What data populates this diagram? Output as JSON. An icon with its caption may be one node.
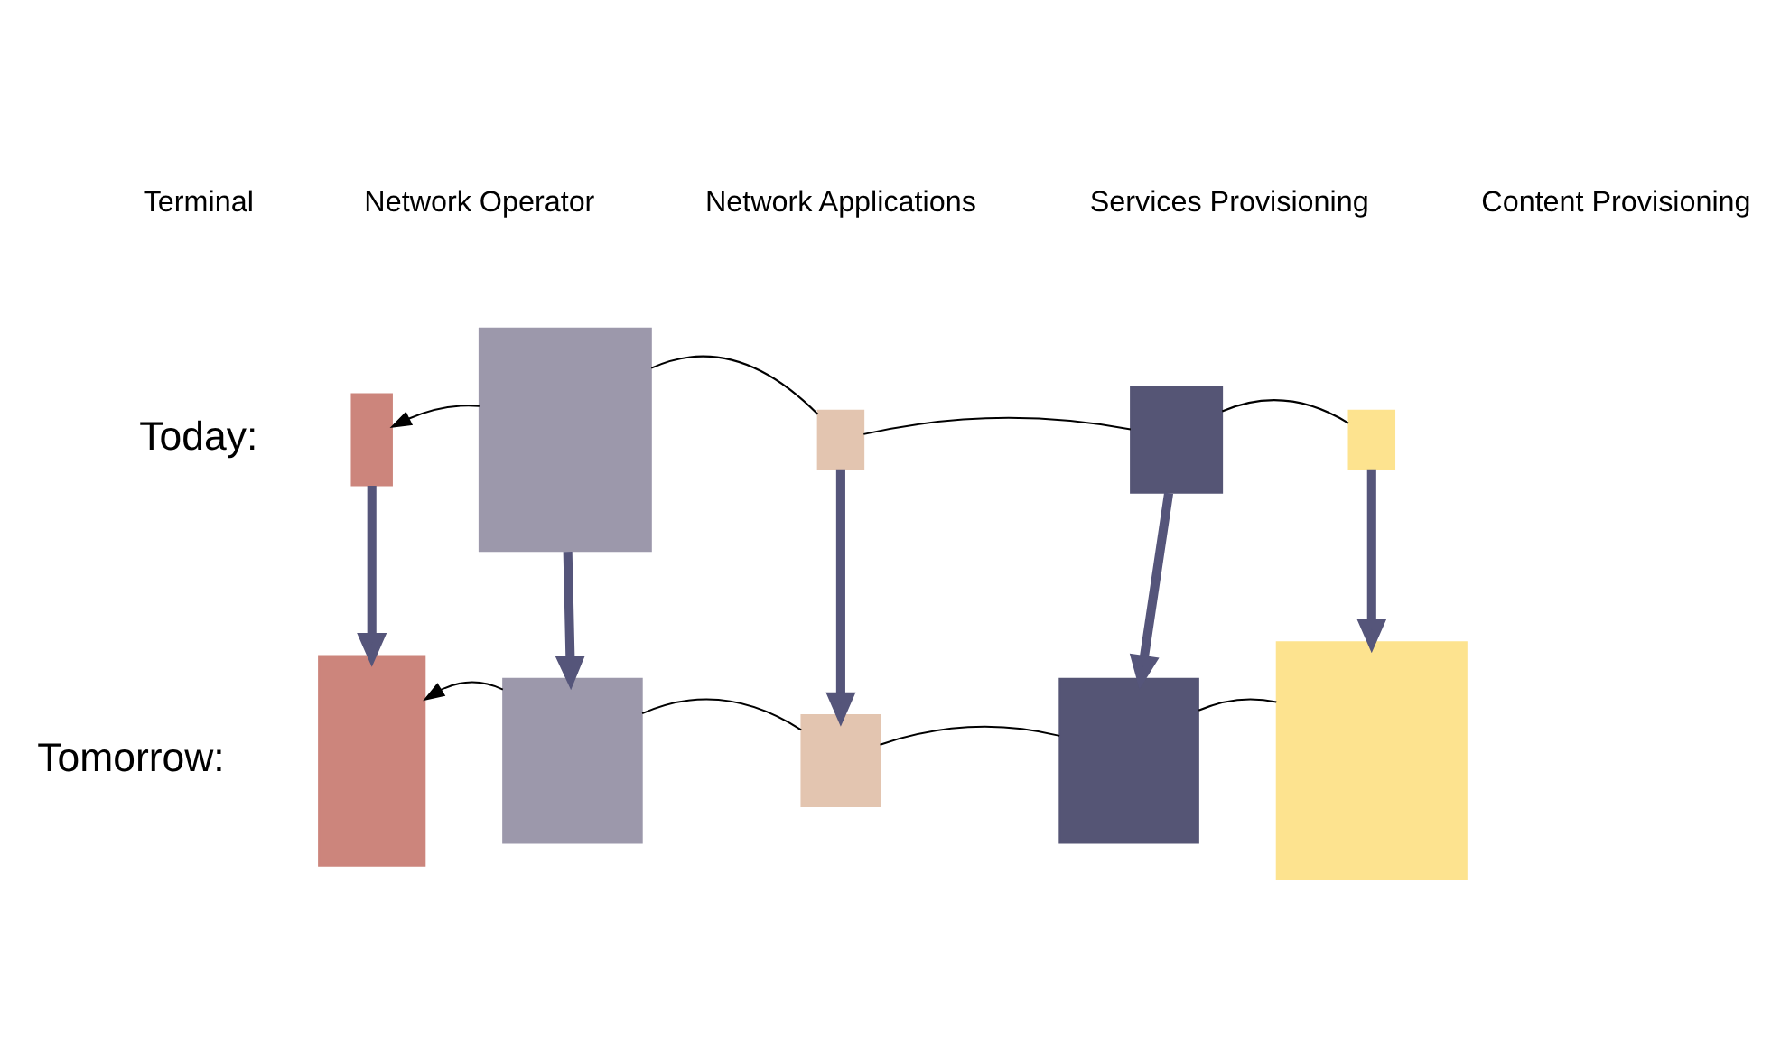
{
  "diagram": {
    "nodes": [
      {
        "text": [],
        "shape": "box"
      },
      {
        "text": [],
        "shape": "box"
      },
      {
        "text": [],
        "shape": "box"
      },
      {
        "text": [],
        "shape": "box"
      },
      {
        "text": [],
        "shape": "box"
      },
      {
        "text": [],
        "shape": "box"
      },
      {
        "text": [],
        "shape": "box"
      },
      {
        "text": [],
        "shape": "box"
      },
      {
        "text": [],
        "shape": "box"
      },
      {
        "text": [],
        "shape": "box"
      }
    ],
    "edges": [
      {
        "from": 1,
        "to": 0,
        "arrow": "to"
      },
      {
        "from": 1,
        "to": 2,
        "arrow": "none"
      },
      {
        "from": 2,
        "to": 3,
        "arrow": "none"
      },
      {
        "from": 3,
        "to": 4,
        "arrow": "none"
      },
      {
        "from": 0,
        "to": 5,
        "arrow": "to",
        "style": "thick",
        "color": "#55557a"
      },
      {
        "from": 1,
        "to": 6,
        "arrow": "to",
        "style": "thick",
        "color": "#55557a"
      },
      {
        "from": 2,
        "to": 7,
        "arrow": "to",
        "style": "thick",
        "color": "#55557a"
      },
      {
        "from": 3,
        "to": 8,
        "arrow": "to",
        "style": "thick",
        "color": "#55557a"
      },
      {
        "from": 4,
        "to": 9,
        "arrow": "to",
        "style": "thick",
        "color": "#55557a"
      },
      {
        "from": 6,
        "to": 5,
        "arrow": "to"
      },
      {
        "from": 6,
        "to": 7,
        "arrow": "none"
      },
      {
        "from": 7,
        "to": 8,
        "arrow": "none"
      },
      {
        "from": 8,
        "to": 9,
        "arrow": "none"
      }
    ],
    "labels": [
      "Terminal",
      "Network Operator",
      "Network Applications",
      "Services Provisioning",
      "Content Provisioning",
      "Today:",
      "Tomorrow:"
    ]
  }
}
